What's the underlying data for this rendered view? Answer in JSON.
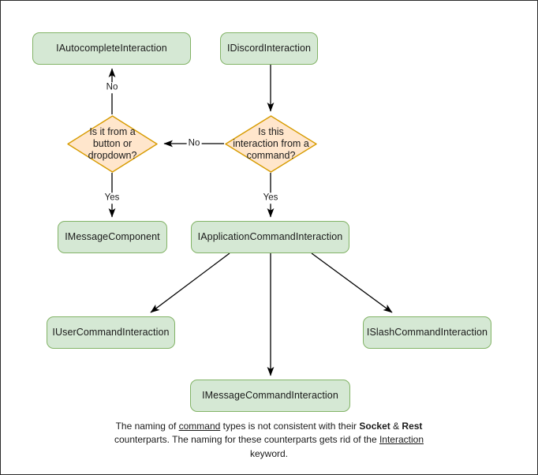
{
  "diagram": {
    "title": "Discord Interaction type hierarchy flowchart",
    "colors": {
      "process_fill": "#d5e8d4",
      "process_stroke": "#82b366",
      "decision_fill": "#ffe6cc",
      "decision_stroke": "#d79b00",
      "edge_stroke": "#000000",
      "canvas": "#ffffff",
      "frame_border": "#2b2b2b"
    },
    "nodes": [
      {
        "id": "autocomplete",
        "type": "process",
        "label": "IAutocompleteInteraction"
      },
      {
        "id": "discord",
        "type": "process",
        "label": "IDiscordInteraction"
      },
      {
        "id": "decision_button",
        "type": "decision",
        "label": "Is it from a\nbutton or\ndropdown?"
      },
      {
        "id": "decision_command",
        "type": "decision",
        "label": "Is this\ninteraction from a\ncommand?"
      },
      {
        "id": "message_component",
        "type": "process",
        "label": "IMessageComponent"
      },
      {
        "id": "app_command",
        "type": "process",
        "label": "IApplicationCommandInteraction"
      },
      {
        "id": "user_command",
        "type": "process",
        "label": "IUserCommandInteraction"
      },
      {
        "id": "slash_command",
        "type": "process",
        "label": "ISlashCommandInteraction"
      },
      {
        "id": "message_command",
        "type": "process",
        "label": "IMessageCommandInteraction"
      }
    ],
    "edges": [
      {
        "from": "discord",
        "to": "decision_command",
        "label": ""
      },
      {
        "from": "decision_command",
        "to": "decision_button",
        "label": "No"
      },
      {
        "from": "decision_command",
        "to": "app_command",
        "label": "Yes"
      },
      {
        "from": "decision_button",
        "to": "autocomplete",
        "label": "No"
      },
      {
        "from": "decision_button",
        "to": "message_component",
        "label": "Yes"
      },
      {
        "from": "app_command",
        "to": "user_command",
        "label": ""
      },
      {
        "from": "app_command",
        "to": "message_command",
        "label": ""
      },
      {
        "from": "app_command",
        "to": "slash_command",
        "label": ""
      }
    ],
    "edge_labels": {
      "no_up": "No",
      "no_left": "No",
      "yes_left": "Yes",
      "yes_right": "Yes"
    },
    "caption": {
      "line1_a": "The naming of ",
      "line1_underline": "command",
      "line1_b": " types is not consistent with their",
      "line2_bold1": "Socket",
      "line2_amp": " & ",
      "line2_bold2": "Rest",
      "line2_rest": " counterparts. The naming for these",
      "line3_a": "counterparts gets rid of the ",
      "line3_underline": "Interaction",
      "line3_b": " keyword."
    }
  }
}
